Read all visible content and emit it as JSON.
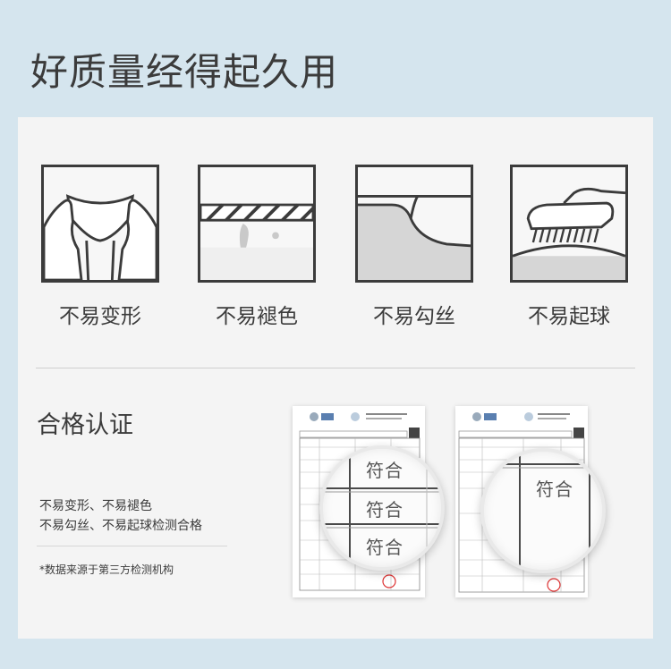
{
  "header": {
    "title": "好质量经得起久用"
  },
  "features": [
    {
      "label": "不易变形",
      "icon": "hands-stretching-underwear-icon"
    },
    {
      "label": "不易褪色",
      "icon": "wringing-fabric-icon"
    },
    {
      "label": "不易勾丝",
      "icon": "fabric-snag-icon"
    },
    {
      "label": "不易起球",
      "icon": "brush-fabric-icon"
    }
  ],
  "certification": {
    "title": "合格认证",
    "desc_line1": "不易变形、不易褪色",
    "desc_line2": "不易勾丝、不易起球检测合格",
    "footnote": "*数据来源于第三方检测机构",
    "lens_left": [
      "符合",
      "符合",
      "符合"
    ],
    "lens_right": "符合"
  },
  "colors": {
    "background": "#d5e5ee",
    "panel": "#f4f4f4",
    "text": "#3b3b3b"
  }
}
